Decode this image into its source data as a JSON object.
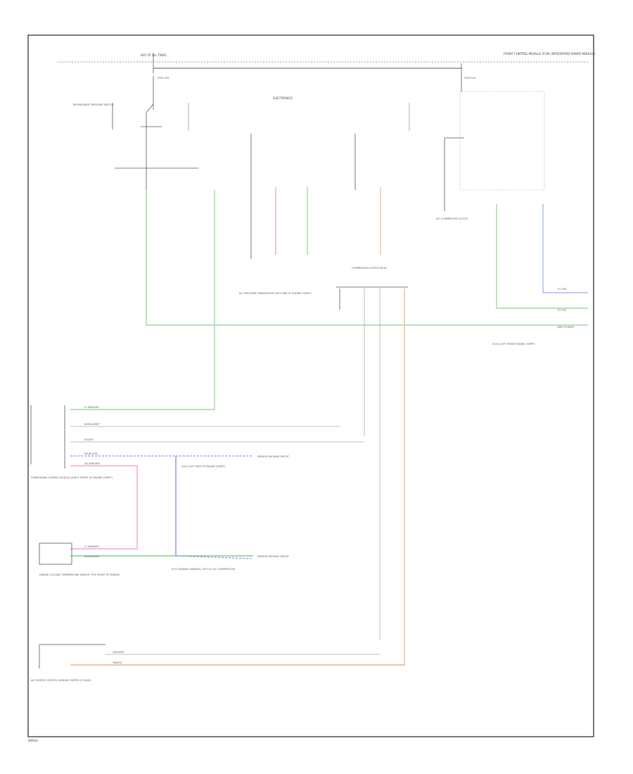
{
  "diagram": {
    "title_left": "HOT AT ALL TIMES",
    "title_right": "FRONT CONTROL MODULE (FCM) (INTEGRATED POWER MODULE)",
    "footer_id": "WDIAG",
    "center_header": "ELECTRONICS",
    "fuse_left": "FUSE 20A",
    "fuse_right": "FUSE 10A",
    "left_switch": "REFRIGERANT PRESSURE SWITCH",
    "pressure_transducer": "A/C PRESSURE TRANSDUCER (LEFT SIDE OF ENGINE COMPT)",
    "clutch_relay": "COMPRESSOR CLUTCH RELAY",
    "pcm": "POWERTRAIN CONTROL MODULE (RIGHT FRONT OF ENGINE COMPT)",
    "coolant_sensor": "ENGINE COOLANT TEMPERATURE SENSOR (TOP FRONT OF ENGINE)",
    "hvac_module": "A/C HEATER CONTROL (BEHIND CENTER OF DASH)",
    "splice_label": "S143 (LEFT SIDE OF ENGINE COMPT)",
    "splice_label_2": "S173 (ENGINE HARNESS, LEFT OF A/C COMPRESSOR)",
    "sensor_ref_1": "SENSOR GROUND CIRCUIT",
    "sensor_ref_2": "SENSOR GROUND CIRCUIT",
    "ground_label": "G101 (LEFT FRONT ENGINE COMPT)",
    "to_label_1": "TO FCM",
    "to_label_2": "TO FCM",
    "to_label_3": "GRN TO BODY",
    "right_note": "A/C COMPRESSOR CLUTCH",
    "wire_labels": [
      "LT GRN/ORG",
      "DK BLU/WHT",
      "VIO/YEL",
      "DK BLU/YEL",
      "DK GRN/ORG",
      "LT GRN/WHT",
      "DK BLU/ORG",
      "ORG/WHT",
      "TAN/YEL"
    ]
  }
}
